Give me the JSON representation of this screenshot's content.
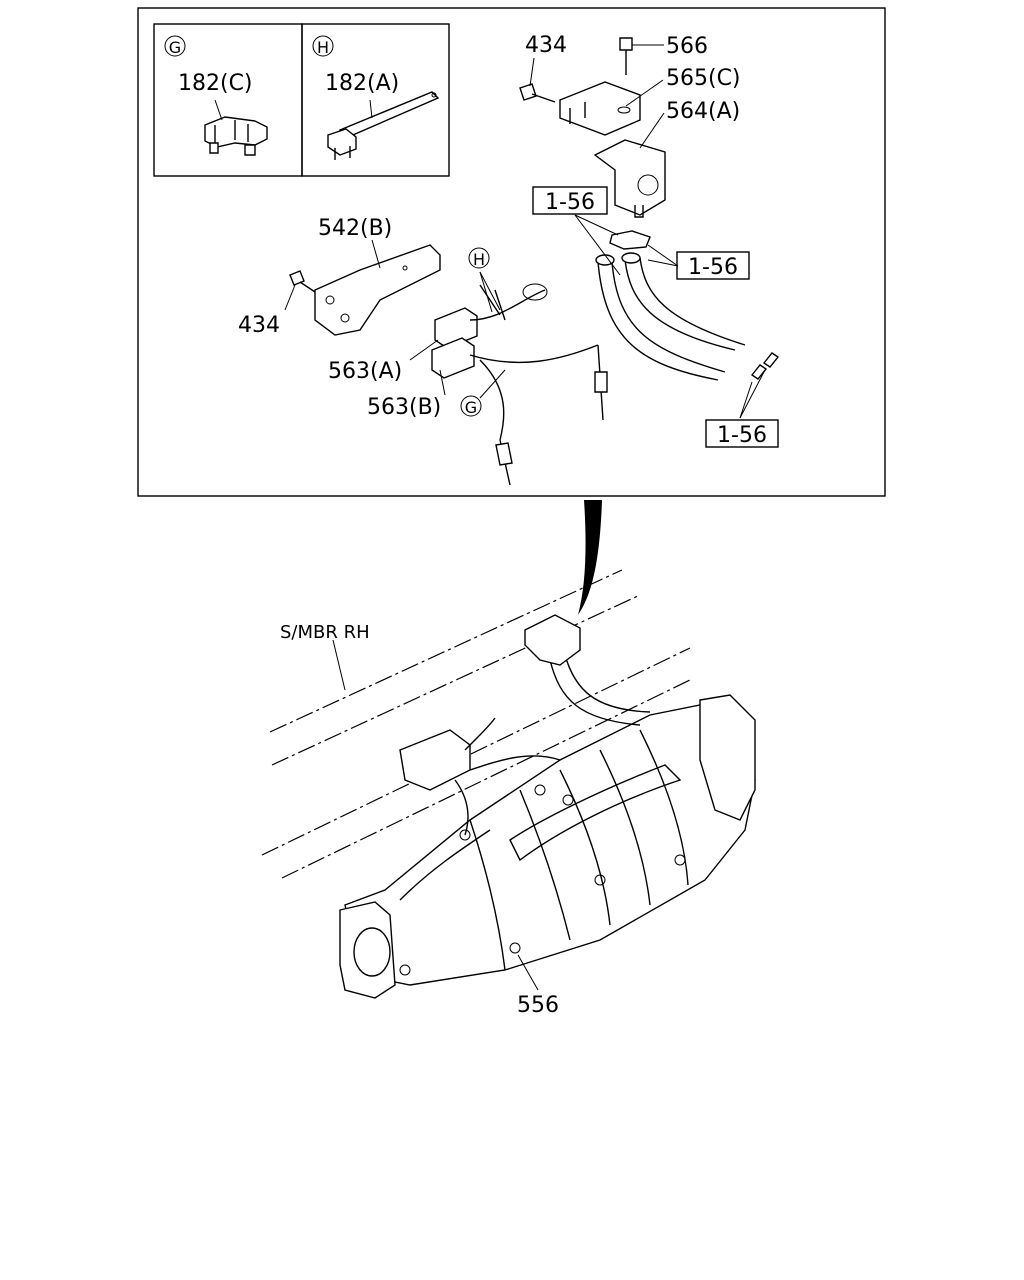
{
  "detail_boxes": {
    "G": {
      "letter": "G",
      "part": "182(C)"
    },
    "H": {
      "letter": "H",
      "part": "182(A)"
    }
  },
  "callouts": {
    "bolt_upper": "434",
    "bolt_top": "566",
    "bracket_upper": "565(C)",
    "sensor_upper": "564(A)",
    "ref_1": "1-56",
    "ref_2": "1-56",
    "ref_3": "1-56",
    "bracket_mid": "542(B)",
    "bolt_mid": "434",
    "sensor_a": "563(A)",
    "sensor_b": "563(B)",
    "clip_h": "H",
    "clip_g": "G",
    "frame": "S/MBR RH",
    "converter": "556"
  }
}
